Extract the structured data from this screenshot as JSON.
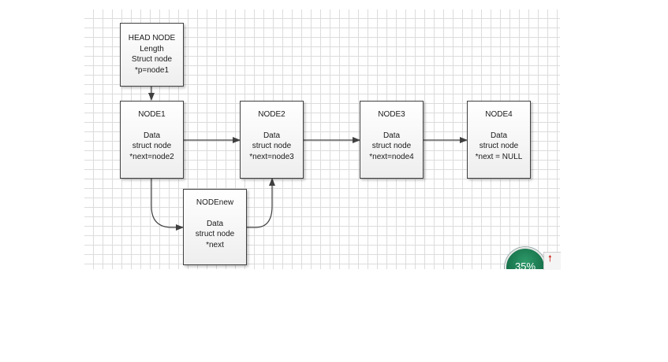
{
  "nodes": {
    "head": {
      "lines": [
        "HEAD NODE",
        "Length",
        "Struct node",
        "*p=node1"
      ]
    },
    "node1": {
      "title": "NODE1",
      "lines": [
        "Data",
        "struct node",
        "*next=node2"
      ]
    },
    "node2": {
      "title": "NODE2",
      "lines": [
        "Data",
        "struct node",
        "*next=node3"
      ]
    },
    "node3": {
      "title": "NODE3",
      "lines": [
        "Data",
        "struct node",
        "*next=node4"
      ]
    },
    "node4": {
      "title": "NODE4",
      "lines": [
        "Data",
        "struct node",
        "*next = NULL"
      ]
    },
    "nodenew": {
      "title": "NODEnew",
      "lines": [
        "Data",
        "struct node",
        "*next"
      ]
    }
  },
  "zoom": {
    "label": "35%",
    "percent": 35
  },
  "colors": {
    "line": "#404040",
    "badge": "#136b45",
    "grid": "#dcdcdc"
  },
  "icons": {
    "zoom_indicator": "up-arrow-icon"
  }
}
